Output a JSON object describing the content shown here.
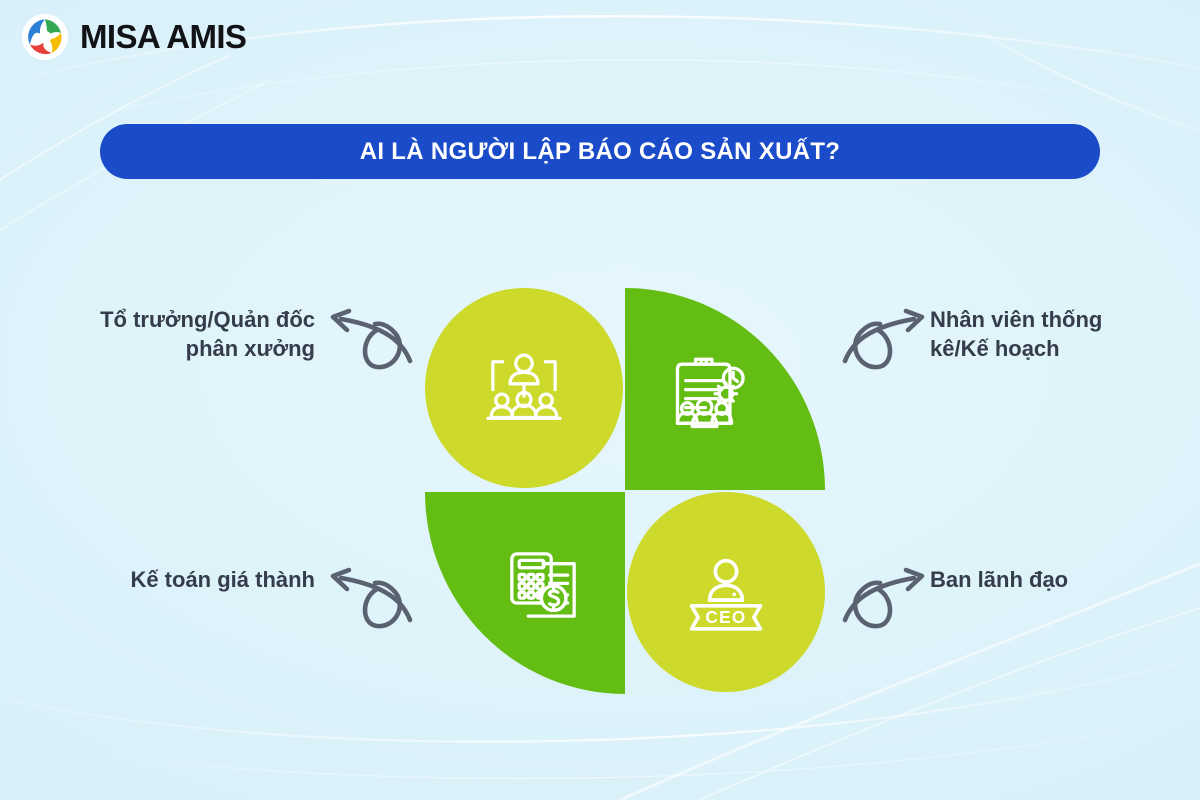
{
  "brand": {
    "logo_icon": "misa-aperture-swirl-icon",
    "name": "MISA AMIS",
    "colors": {
      "swirl_blue": "#2b7fd4",
      "swirl_green": "#34a853",
      "swirl_yellow": "#f5bc00",
      "swirl_red": "#e8403a"
    }
  },
  "header": {
    "title": "AI LÀ NGƯỜI LẬP BÁO CÁO SẢN XUẤT?",
    "banner_color": "#1a4bc8",
    "title_color": "#ffffff"
  },
  "theme": {
    "background": "#ddf2fa",
    "yellow_green": "#cdd92b",
    "bright_green": "#63bd12",
    "label_text": "#353d4a",
    "arrow_color": "#5a6270",
    "icon_color": "#ffffff"
  },
  "diagram": {
    "type": "four-quadrant-circle",
    "segments": [
      {
        "position": "top-left",
        "shape": "circle",
        "color": "#cdd92b",
        "icon": "team-briefing-presenter-icon",
        "label": "Tổ trưởng/Quản đốc phân xưởng",
        "label_lines": [
          "Tổ trưởng/Quản đốc",
          "phân xưởng"
        ],
        "arrow": "curly-arrow-up-left-icon",
        "label_side": "left"
      },
      {
        "position": "top-right",
        "shape": "quarter-pie",
        "color": "#63bd12",
        "icon": "clipboard-gear-clock-team-icon",
        "label": "Nhân viên thống kê/Kế hoạch",
        "label_lines": [
          "Nhân viên thống",
          "kê/Kế hoạch"
        ],
        "arrow": "curly-arrow-up-right-icon",
        "label_side": "right"
      },
      {
        "position": "bottom-left",
        "shape": "quarter-pie",
        "color": "#63bd12",
        "icon": "calculator-invoice-dollar-icon",
        "label": "Kế toán giá thành",
        "label_lines": [
          "Kế toán giá thành"
        ],
        "arrow": "curly-arrow-up-left-icon",
        "label_side": "left"
      },
      {
        "position": "bottom-right",
        "shape": "circle",
        "color": "#cdd92b",
        "icon": "ceo-person-ribbon-icon",
        "icon_text": "CEO",
        "label": "Ban lãnh đạo",
        "label_lines": [
          "Ban lãnh đạo"
        ],
        "arrow": "curly-arrow-up-right-icon",
        "label_side": "right"
      }
    ]
  }
}
